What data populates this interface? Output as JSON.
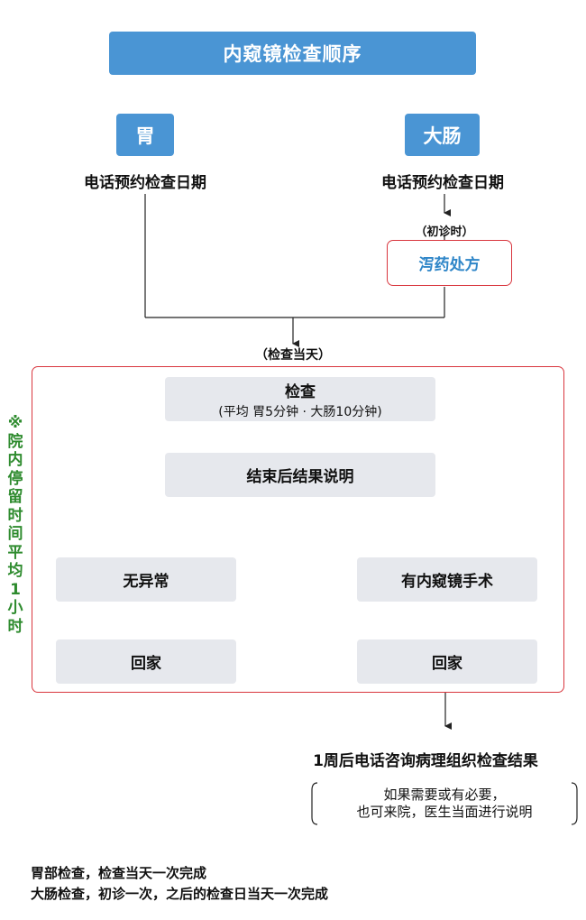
{
  "title": "内窥镜检查顺序",
  "stomach": {
    "label": "胃",
    "step": "电话预约检查日期"
  },
  "colon": {
    "label": "大肠",
    "step": "电话预约检查日期",
    "first_visit": "（初诊时）",
    "laxative": "泻药处方"
  },
  "exam_day_label": "（检查当天）",
  "exam": {
    "title": "检查",
    "subtitle": "(平均 胃5分钟 · 大肠10分钟)"
  },
  "results_explanation": "结束后结果说明",
  "no_abnormality": "无异常",
  "endoscopic_surgery": "有内窥镜手术",
  "go_home_left": "回家",
  "go_home_right": "回家",
  "side_note": "※院内停留时间 平均1小时",
  "pathology": "1周后电话咨询病理组织检查结果",
  "bracket_note": {
    "line1": "如果需要或有必要，",
    "line2": "也可来院，医生当面进行说明"
  },
  "footer": {
    "line1": "胃部检查，检查当天一次完成",
    "line2": "大肠检查，初诊一次，之后的检查日当天一次完成"
  }
}
